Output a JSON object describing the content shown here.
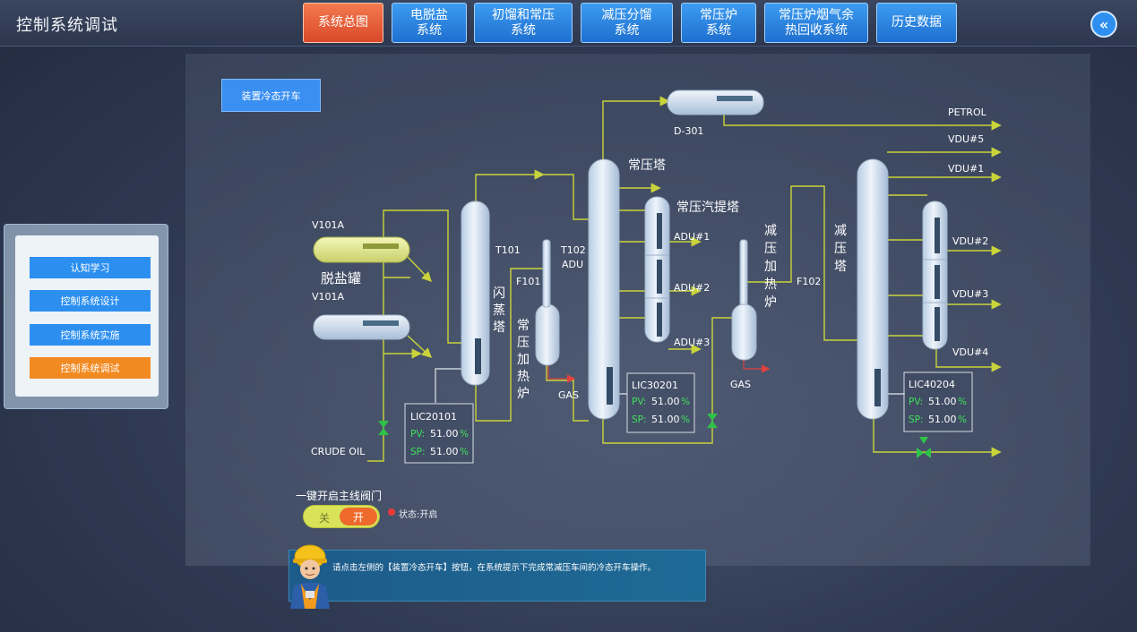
{
  "app": {
    "title": "控制系统调试"
  },
  "nav": {
    "tabs": [
      {
        "label": "系统总图",
        "active": true
      },
      {
        "label": "电脱盐\n系统"
      },
      {
        "label": "初馏和常压\n系统"
      },
      {
        "label": "减压分馏\n系统"
      },
      {
        "label": "常压炉\n系统"
      },
      {
        "label": "常压炉烟气余\n热回收系统"
      },
      {
        "label": "历史数据"
      }
    ],
    "collapse_icon": "double-chevron-left-icon"
  },
  "sidebar": {
    "items": [
      {
        "label": "认知学习"
      },
      {
        "label": "控制系统设计"
      },
      {
        "label": "控制系统实施"
      },
      {
        "label": "控制系统调试",
        "active": true
      }
    ]
  },
  "diagram": {
    "cold_start_button": "装置冷态开车",
    "labels": {
      "v101a_top": "V101A",
      "v101a_bottom": "V101A",
      "desalter": "脱盐罐",
      "crude_oil": "CRUDE OIL",
      "t101": "T101",
      "flash_tower": "闪\n蒸\n塔",
      "f101": "F101",
      "atm_furnace": "常\n压\n加\n热\n炉",
      "gas1": "GAS",
      "t102": "T102",
      "adu": "ADU",
      "atm_tower": "常压塔",
      "stripper": "常压汽提塔",
      "adu1": "ADU#1",
      "adu2": "ADU#2",
      "adu3": "ADU#3",
      "d301": "D-301",
      "vac_furnace": "减\n压\n加\n热\n炉",
      "gas2": "GAS",
      "f102": "F102",
      "vac_tower": "减\n压\n塔",
      "petrol": "PETROL",
      "vdu5": "VDU#5",
      "vdu1": "VDU#1",
      "vdu2": "VDU#2",
      "vdu3": "VDU#3",
      "vdu4": "VDU#4"
    },
    "controllers": [
      {
        "tag": "LIC20101",
        "pv_label": "PV:",
        "pv": "51.00",
        "pv_unit": "%",
        "sp_label": "SP:",
        "sp": "51.00",
        "sp_unit": "%"
      },
      {
        "tag": "LIC30201",
        "pv_label": "PV:",
        "pv": "51.00",
        "pv_unit": "%",
        "sp_label": "SP:",
        "sp": "51.00",
        "sp_unit": "%"
      },
      {
        "tag": "LIC40204",
        "pv_label": "PV:",
        "pv": "51.00",
        "pv_unit": "%",
        "sp_label": "SP:",
        "sp": "51.00",
        "sp_unit": "%"
      }
    ]
  },
  "main_valve": {
    "title": "一键开启主线阀门",
    "off_label": "关",
    "on_label": "开",
    "status": "状态:开启"
  },
  "hint": {
    "text": "请点击左侧的【装置冷态开车】按钮，在系统提示下完成常减压车间的冷态开车操作。"
  },
  "colors": {
    "pipe": "#c9d43a",
    "arrow_red": "#e04040",
    "valve": "#2fc24a",
    "nav_blue": "#2a86ea",
    "nav_active": "#e5583a",
    "sidebar_active": "#f28a22",
    "pv_green": "#3fe05a"
  }
}
